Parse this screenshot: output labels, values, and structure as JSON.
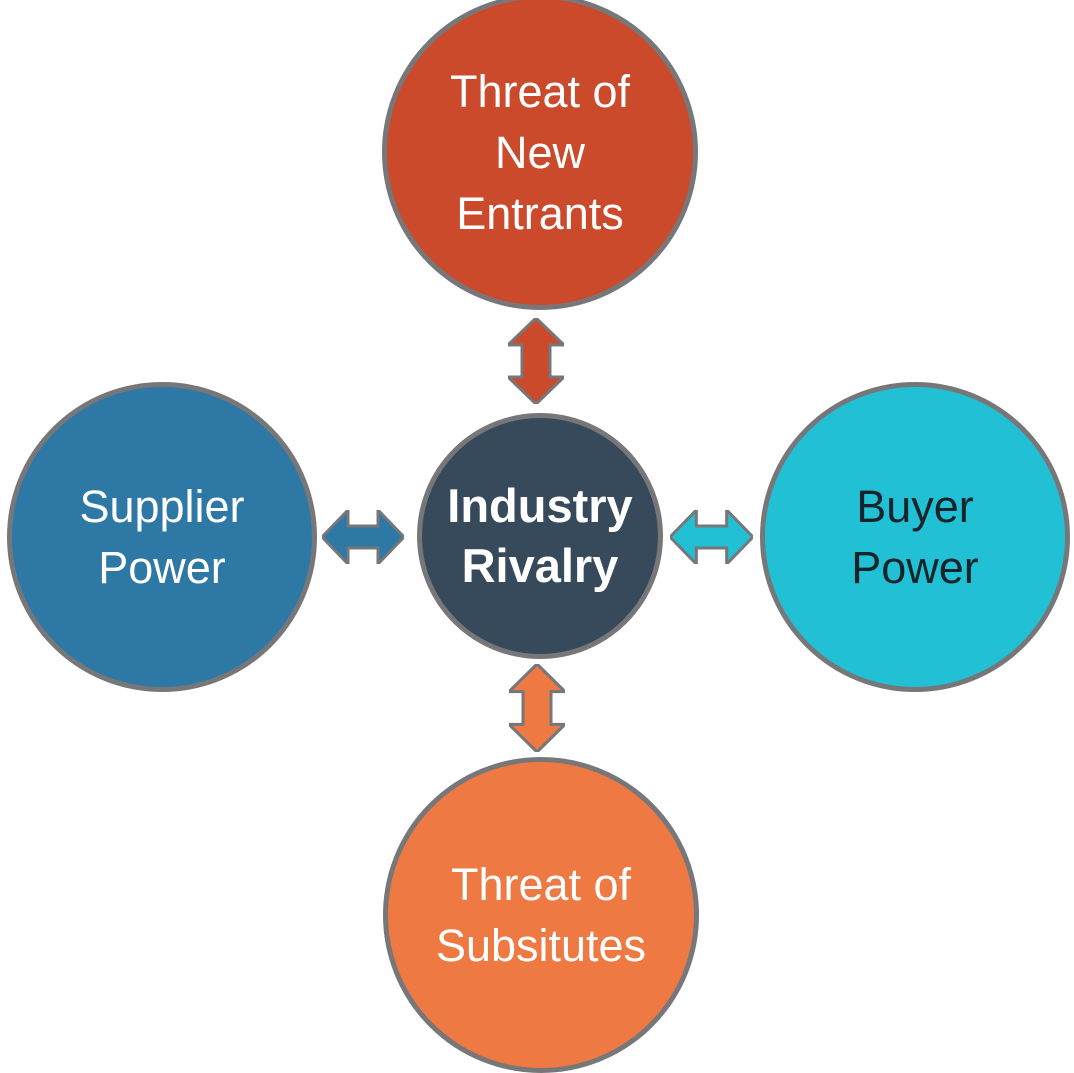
{
  "background_color": "#ffffff",
  "outline_color": "#77777a",
  "center": {
    "label": "Industry Rivalry",
    "lines": [
      "Industry",
      "Rivalry"
    ],
    "fill": "#374a5c",
    "text_color": "#ffffff"
  },
  "forces": {
    "top": {
      "label": "Threat of New Entrants",
      "lines": [
        "Threat of",
        "New",
        "Entrants"
      ],
      "fill": "#cb4a2c",
      "text_color": "#ffffff",
      "arrow_color": "#cb4a2c"
    },
    "right": {
      "label": "Buyer Power",
      "lines": [
        "Buyer",
        "Power"
      ],
      "fill": "#22c0d4",
      "text_color": "#14242b",
      "arrow_color": "#22c0d4"
    },
    "bottom": {
      "label": "Threat of Subsitutes",
      "lines": [
        "Threat of",
        "Subsitutes"
      ],
      "fill": "#ee7942",
      "text_color": "#ffffff",
      "arrow_color": "#ee7942"
    },
    "left": {
      "label": "Supplier Power",
      "lines": [
        "Supplier",
        "Power"
      ],
      "fill": "#2e78a6",
      "text_color": "#ffffff",
      "arrow_color": "#2e78a6"
    }
  }
}
